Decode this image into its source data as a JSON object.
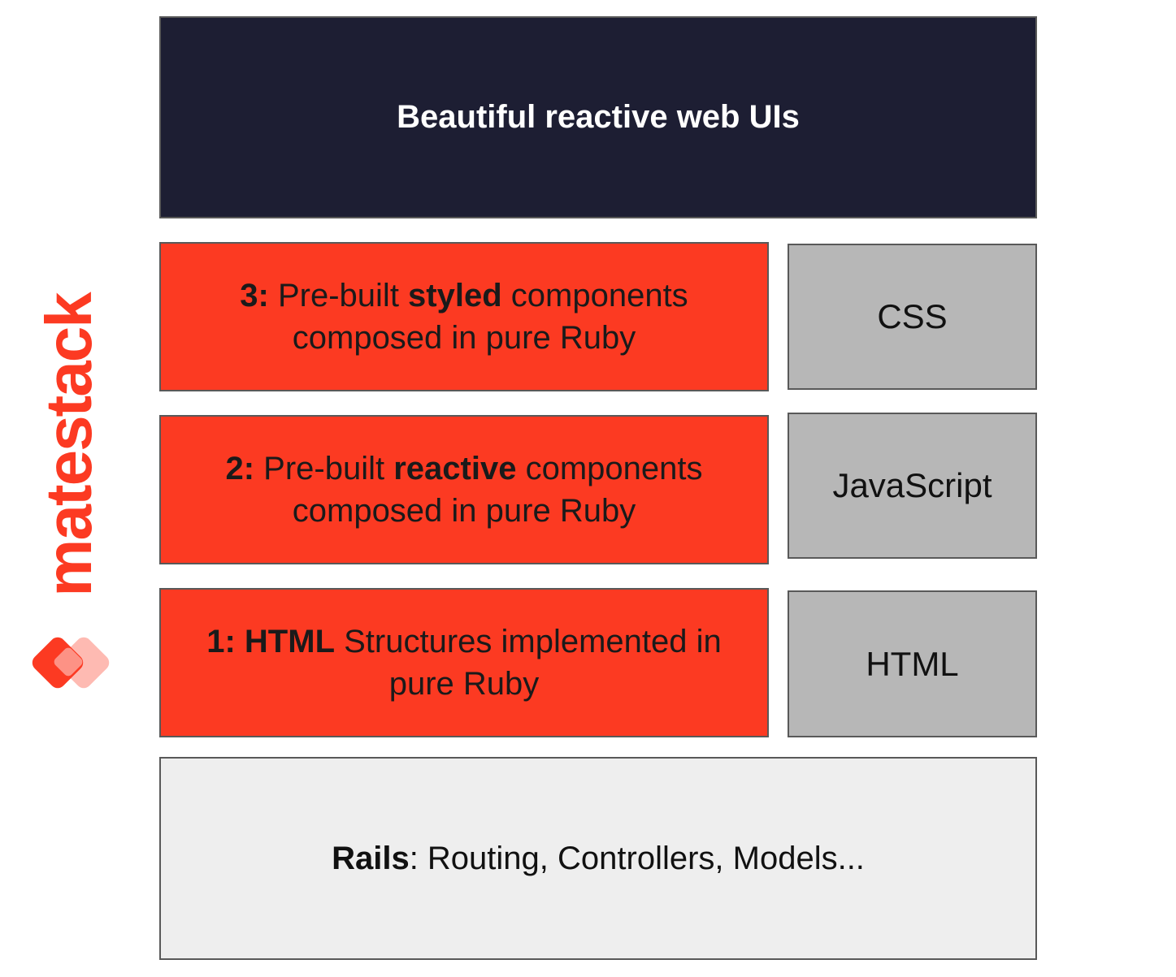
{
  "colors": {
    "top_bg": "#1d1e33",
    "layer_bg": "#fc3a22",
    "tech_bg": "#b7b7b7",
    "rails_bg": "#eeeeee",
    "brand": "#fc3a22"
  },
  "logo": {
    "wordmark": "matestack",
    "icon": "matestack-diamond-logo-icon"
  },
  "top": {
    "label": "Beautiful reactive web UIs"
  },
  "layers": [
    {
      "prefix": "3:",
      "pre": " Pre-built ",
      "emph": "styled",
      "post": " components",
      "line2": "composed in pure Ruby",
      "tech": "CSS"
    },
    {
      "prefix": "2:",
      "pre": " Pre-built ",
      "emph": "reactive",
      "post": " components",
      "line2": "composed in pure Ruby",
      "tech": "JavaScript"
    },
    {
      "prefix": "1:",
      "pre": " ",
      "emph": "HTML",
      "post": " Structures implemented in",
      "line2": "pure Ruby",
      "tech": "HTML"
    }
  ],
  "rails": {
    "label": "Rails",
    "rest": ": Routing, Controllers, Models..."
  }
}
